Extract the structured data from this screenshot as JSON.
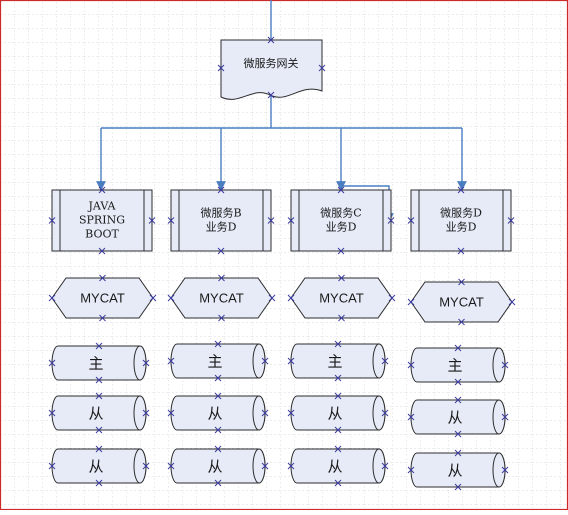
{
  "diagram": {
    "gateway": {
      "label": "微服务网关"
    },
    "services": [
      {
        "lines": [
          "JAVA",
          "SPRING",
          "BOOT"
        ]
      },
      {
        "lines": [
          "微服务B",
          "业务D"
        ]
      },
      {
        "lines": [
          "微服务C",
          "业务D"
        ]
      },
      {
        "lines": [
          "微服务D",
          "业务D"
        ]
      }
    ],
    "middleware": [
      {
        "label": "MYCAT"
      },
      {
        "label": "MYCAT"
      },
      {
        "label": "MYCAT"
      },
      {
        "label": "MYCAT"
      }
    ],
    "databases": [
      {
        "master": "主",
        "slaves": [
          "从",
          "从"
        ]
      },
      {
        "master": "主",
        "slaves": [
          "从",
          "从"
        ]
      },
      {
        "master": "主",
        "slaves": [
          "从",
          "从"
        ]
      },
      {
        "master": "主",
        "slaves": [
          "从",
          "从"
        ]
      }
    ],
    "colors": {
      "shape_fill": "#e6ebf7",
      "shape_stroke": "#2c2c2c",
      "connector": "#4a7ec0",
      "grid_line": "#c9cdd6",
      "border": "#cc2a2a",
      "handle": "#3a3aa0"
    }
  }
}
